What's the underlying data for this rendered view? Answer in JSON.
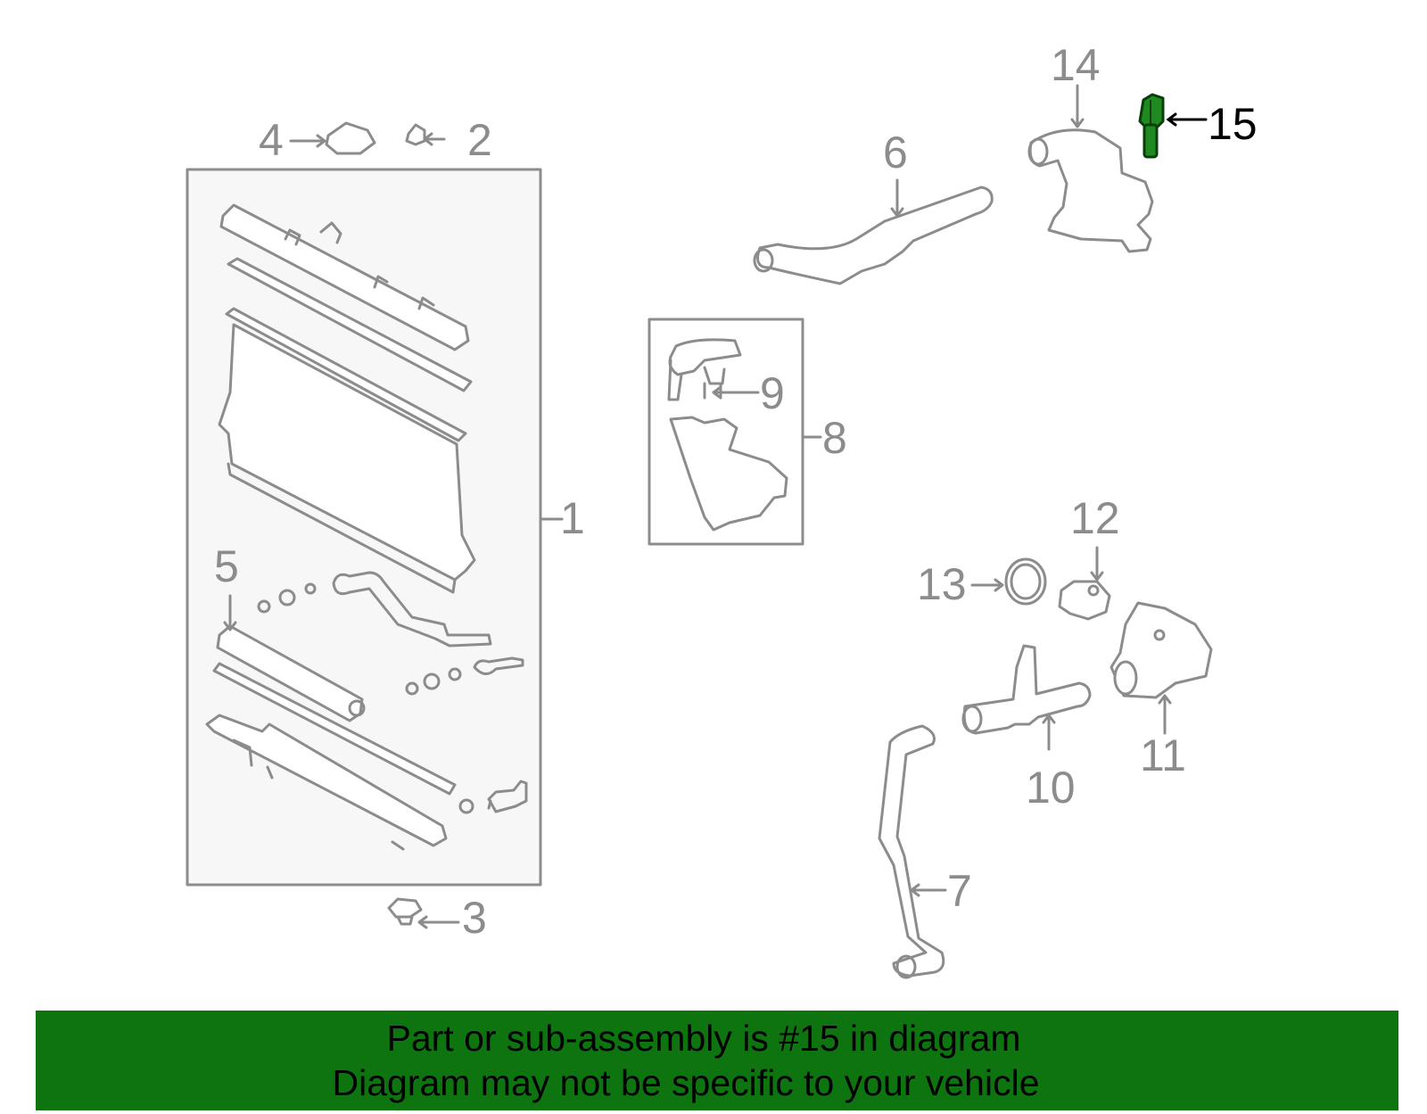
{
  "diagram": {
    "callouts": {
      "c1": "1",
      "c2": "2",
      "c3": "3",
      "c4": "4",
      "c5": "5",
      "c6": "6",
      "c7": "7",
      "c8": "8",
      "c9": "9",
      "c10": "10",
      "c11": "11",
      "c12": "12",
      "c13": "13",
      "c14": "14",
      "c15": "15"
    },
    "highlighted_part": "15"
  },
  "banner": {
    "line1": "Part or sub-assembly is #15 in diagram",
    "line2": "Diagram may not be specific to your vehicle"
  },
  "colors": {
    "line": "#8c8c8c",
    "highlight": "#1f8a1f",
    "banner": "#0d7410",
    "text_highlight": "#000000"
  }
}
